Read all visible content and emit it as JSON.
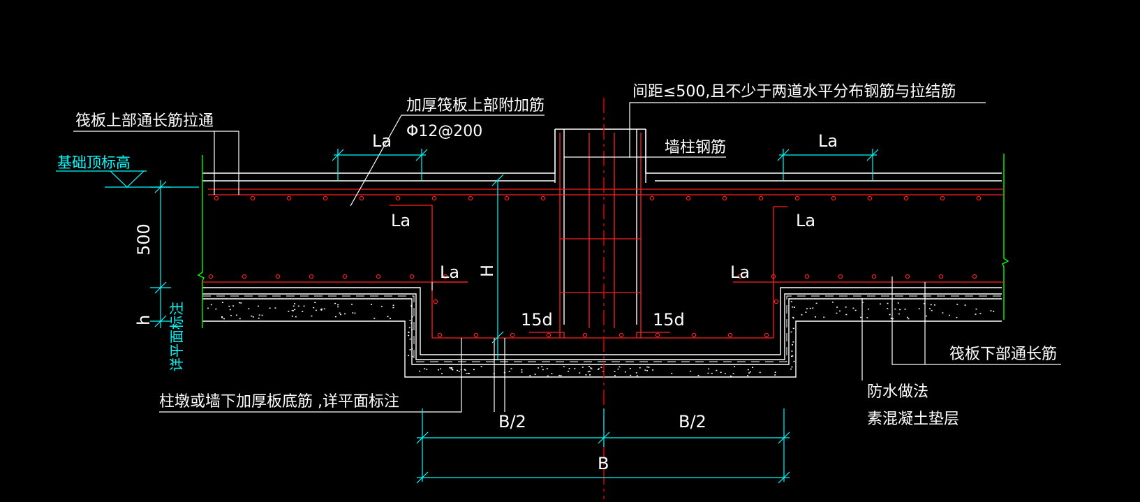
{
  "labels": {
    "top_through_bar": "筏板上部通长筋拉通",
    "foundation_top_elev": "基础顶标高",
    "thick_slab_add_bar": "加厚筏板上部附加筋",
    "add_bar_spec": "Φ12@200",
    "spacing_note": "间距≤500,且不少于两道水平分布钢筋与拉结筋",
    "wall_column_bar": "墙柱钢筋",
    "la": "La",
    "dim_500": "500",
    "dim_h": "h",
    "see_plan_note": "详平面标注",
    "dim_H": "H",
    "d15": "15d",
    "bottom_through_bar": "筏板下部通长筋",
    "waterproofing": "防水做法",
    "plain_concrete_cushion": "素混凝土垫层",
    "pier_bottom_bar": "柱墩或墙下加厚板底筋 ,详平面标注",
    "b_half": "B/2",
    "b": "B"
  },
  "colors": {
    "background": "#000000",
    "line": "#ffffff",
    "rebar": "#ff2020",
    "dimension": "#00ffff",
    "edge": "#00ff00",
    "centerline": "#ff0000"
  }
}
